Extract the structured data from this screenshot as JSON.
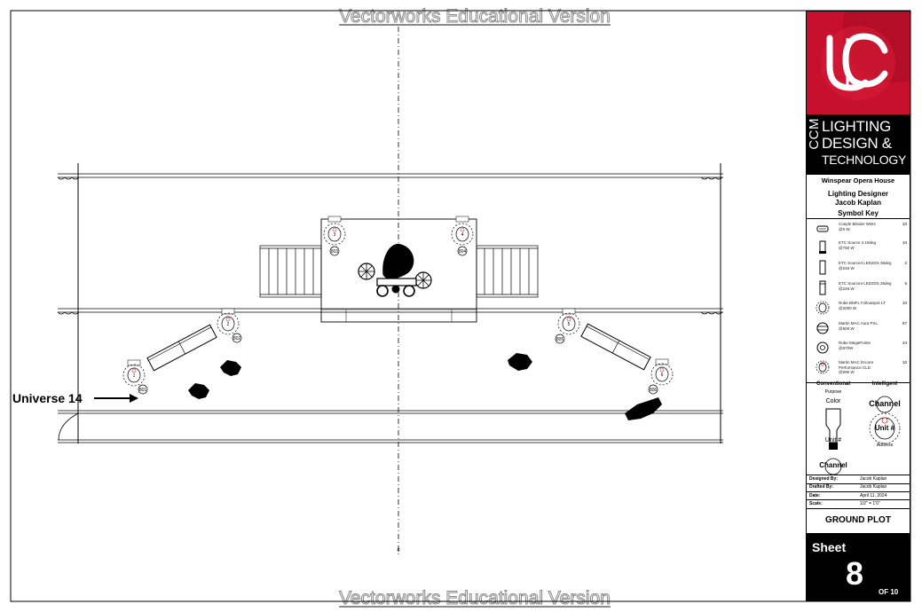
{
  "watermark": "Vectorworks Educational Version",
  "plot": {
    "universe_label": "Universe 14",
    "units": [
      {
        "unit": "1",
        "channel": "801"
      },
      {
        "unit": "2",
        "channel": "802"
      },
      {
        "unit": "3",
        "channel": "803"
      },
      {
        "unit": "4",
        "channel": "804"
      },
      {
        "unit": "5",
        "channel": "805"
      },
      {
        "unit": "6",
        "channel": "806"
      }
    ]
  },
  "title_block": {
    "logo_band": {
      "side_text": "CCM",
      "lines": [
        "LIGHTING",
        "DESIGN &",
        "TECHNOLOGY"
      ]
    },
    "project_title": "VWX Final - Concert",
    "venue": "Winspear Opera House",
    "designer_role": "Lighting Designer",
    "designer_name": "Jacob Kaplan",
    "symbol_key_title": "Symbol Key",
    "symbol_key": [
      {
        "name": "Coeple Blinder WW4",
        "power": "@0 W",
        "count": "10"
      },
      {
        "name": "ETC Source 4 19deg",
        "power": "@750 W",
        "count": "10"
      },
      {
        "name": "ETC Source4 LED2DS 36deg",
        "power": "@246 W",
        "count": "2"
      },
      {
        "name": "ETC Source4 LED2DS 26deg",
        "power": "@246 W",
        "count": "5"
      },
      {
        "name": "Robe BMFL Followspot LT",
        "power": "@2000 W",
        "count": "10"
      },
      {
        "name": "Martin MAC Aura PXL",
        "power": "@500 W",
        "count": "67"
      },
      {
        "name": "Robe MegaPointe",
        "power": "@670W",
        "count": "44"
      },
      {
        "name": "Martin MAC Encore Performance CLD",
        "power": "@596 W",
        "count": "10"
      }
    ],
    "legend": {
      "conventional": "Conventional",
      "intelligent": "Intelligent",
      "purpose": "Purpose",
      "color": "Color",
      "unit": "Unit #",
      "channel": "Channel",
      "address": "Address"
    },
    "details": [
      {
        "label": "Designed By:",
        "value": "Jacob Kaplan"
      },
      {
        "label": "Drafted By:",
        "value": "Jacob Kaplan"
      },
      {
        "label": "Date:",
        "value": "April 11, 2024"
      },
      {
        "label": "Scale:",
        "value": "1/2\" = 1'0\""
      }
    ],
    "drawing_title": "GROUND PLOT",
    "sheet_label": "Sheet",
    "sheet_number": "8",
    "sheet_total": "OF 10"
  }
}
